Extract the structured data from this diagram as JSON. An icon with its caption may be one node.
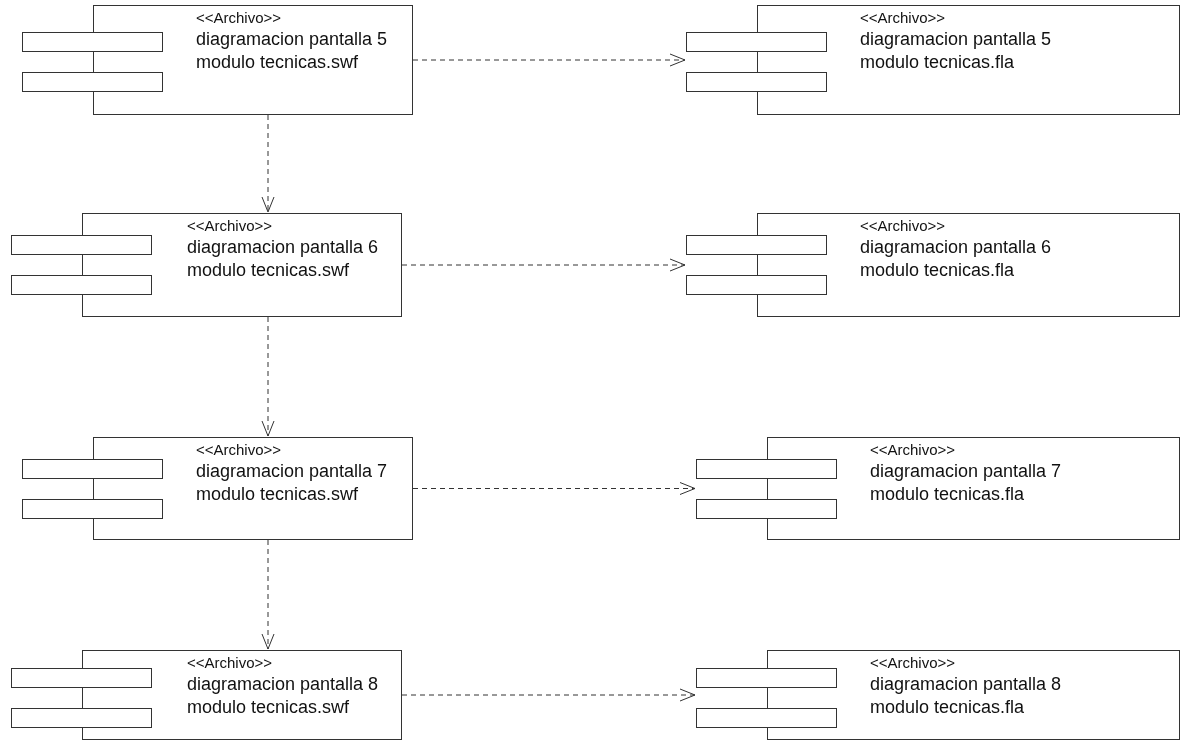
{
  "diagram": {
    "nodes": [
      {
        "text": [
          "<<Archivo>>",
          "diagramacion pantalla 5 modulo tecnicas.swf"
        ]
      },
      {
        "text": [
          "<<Archivo>>",
          "diagramacion pantalla 5 modulo tecnicas.fla"
        ]
      },
      {
        "text": [
          "<<Archivo>>",
          "diagramacion pantalla 6 modulo tecnicas.swf"
        ]
      },
      {
        "text": [
          "<<Archivo>>",
          "diagramacion pantalla 6 modulo tecnicas.fla"
        ]
      },
      {
        "text": [
          "<<Archivo>>",
          "diagramacion pantalla 7 modulo tecnicas.swf"
        ]
      },
      {
        "text": [
          "<<Archivo>>",
          "diagramacion pantalla 7 modulo tecnicas.fla"
        ]
      },
      {
        "text": [
          "<<Archivo>>",
          "diagramacion pantalla 8 modulo tecnicas.swf"
        ]
      },
      {
        "text": [
          "<<Archivo>>",
          "diagramacion pantalla 8 modulo tecnicas.fla"
        ]
      }
    ],
    "edges": [
      {
        "from": 0,
        "to": 1,
        "arrow": "to",
        "style": "dashed"
      },
      {
        "from": 0,
        "to": 2,
        "arrow": "to",
        "style": "dashed"
      },
      {
        "from": 2,
        "to": 3,
        "arrow": "to",
        "style": "dashed"
      },
      {
        "from": 2,
        "to": 4,
        "arrow": "to",
        "style": "dashed"
      },
      {
        "from": 4,
        "to": 5,
        "arrow": "to",
        "style": "dashed"
      },
      {
        "from": 4,
        "to": 6,
        "arrow": "to",
        "style": "dashed"
      },
      {
        "from": 6,
        "to": 7,
        "arrow": "to",
        "style": "dashed"
      }
    ]
  }
}
